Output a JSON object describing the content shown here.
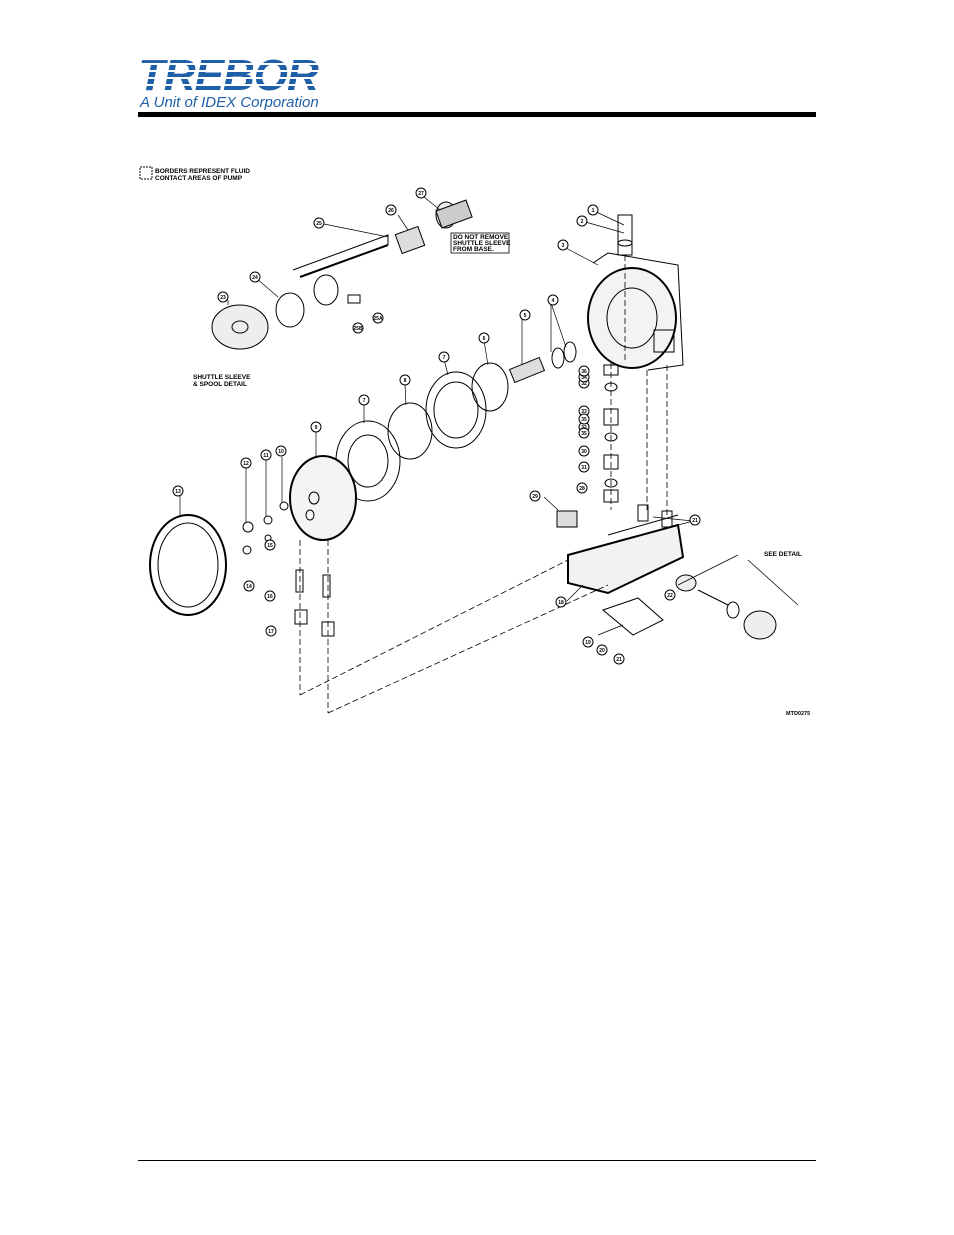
{
  "header": {
    "logo_word": "TREBOR",
    "logo_sub": "A Unit of IDEX Corporation",
    "brand_color": "#1f5fa8"
  },
  "diagram": {
    "legend_line1": "BORDERS REPRESENT FLUID",
    "legend_line2": "CONTACT AREAS OF PUMP",
    "note_line1": "DO NOT REMOVE",
    "note_line2": "SHUTTLE SLEEVE",
    "note_line3": "FROM BASE.",
    "shuttle_line1": "SHUTTLE SLEEVE",
    "shuttle_line2": "& SPOOL DETAIL",
    "see_detail": "SEE DETAIL",
    "drawing_id": "MTD0275",
    "callouts": [
      "1",
      "2",
      "3",
      "4",
      "5",
      "6",
      "7",
      "7",
      "8",
      "9",
      "10",
      "11",
      "12",
      "13",
      "14",
      "15",
      "16",
      "17",
      "18",
      "19",
      "20",
      "21",
      "21",
      "22",
      "23",
      "24",
      "25",
      "25A",
      "25B",
      "26",
      "27",
      "28",
      "29",
      "30",
      "31",
      "32",
      "32",
      "33",
      "34",
      "35",
      "35",
      "36"
    ]
  }
}
